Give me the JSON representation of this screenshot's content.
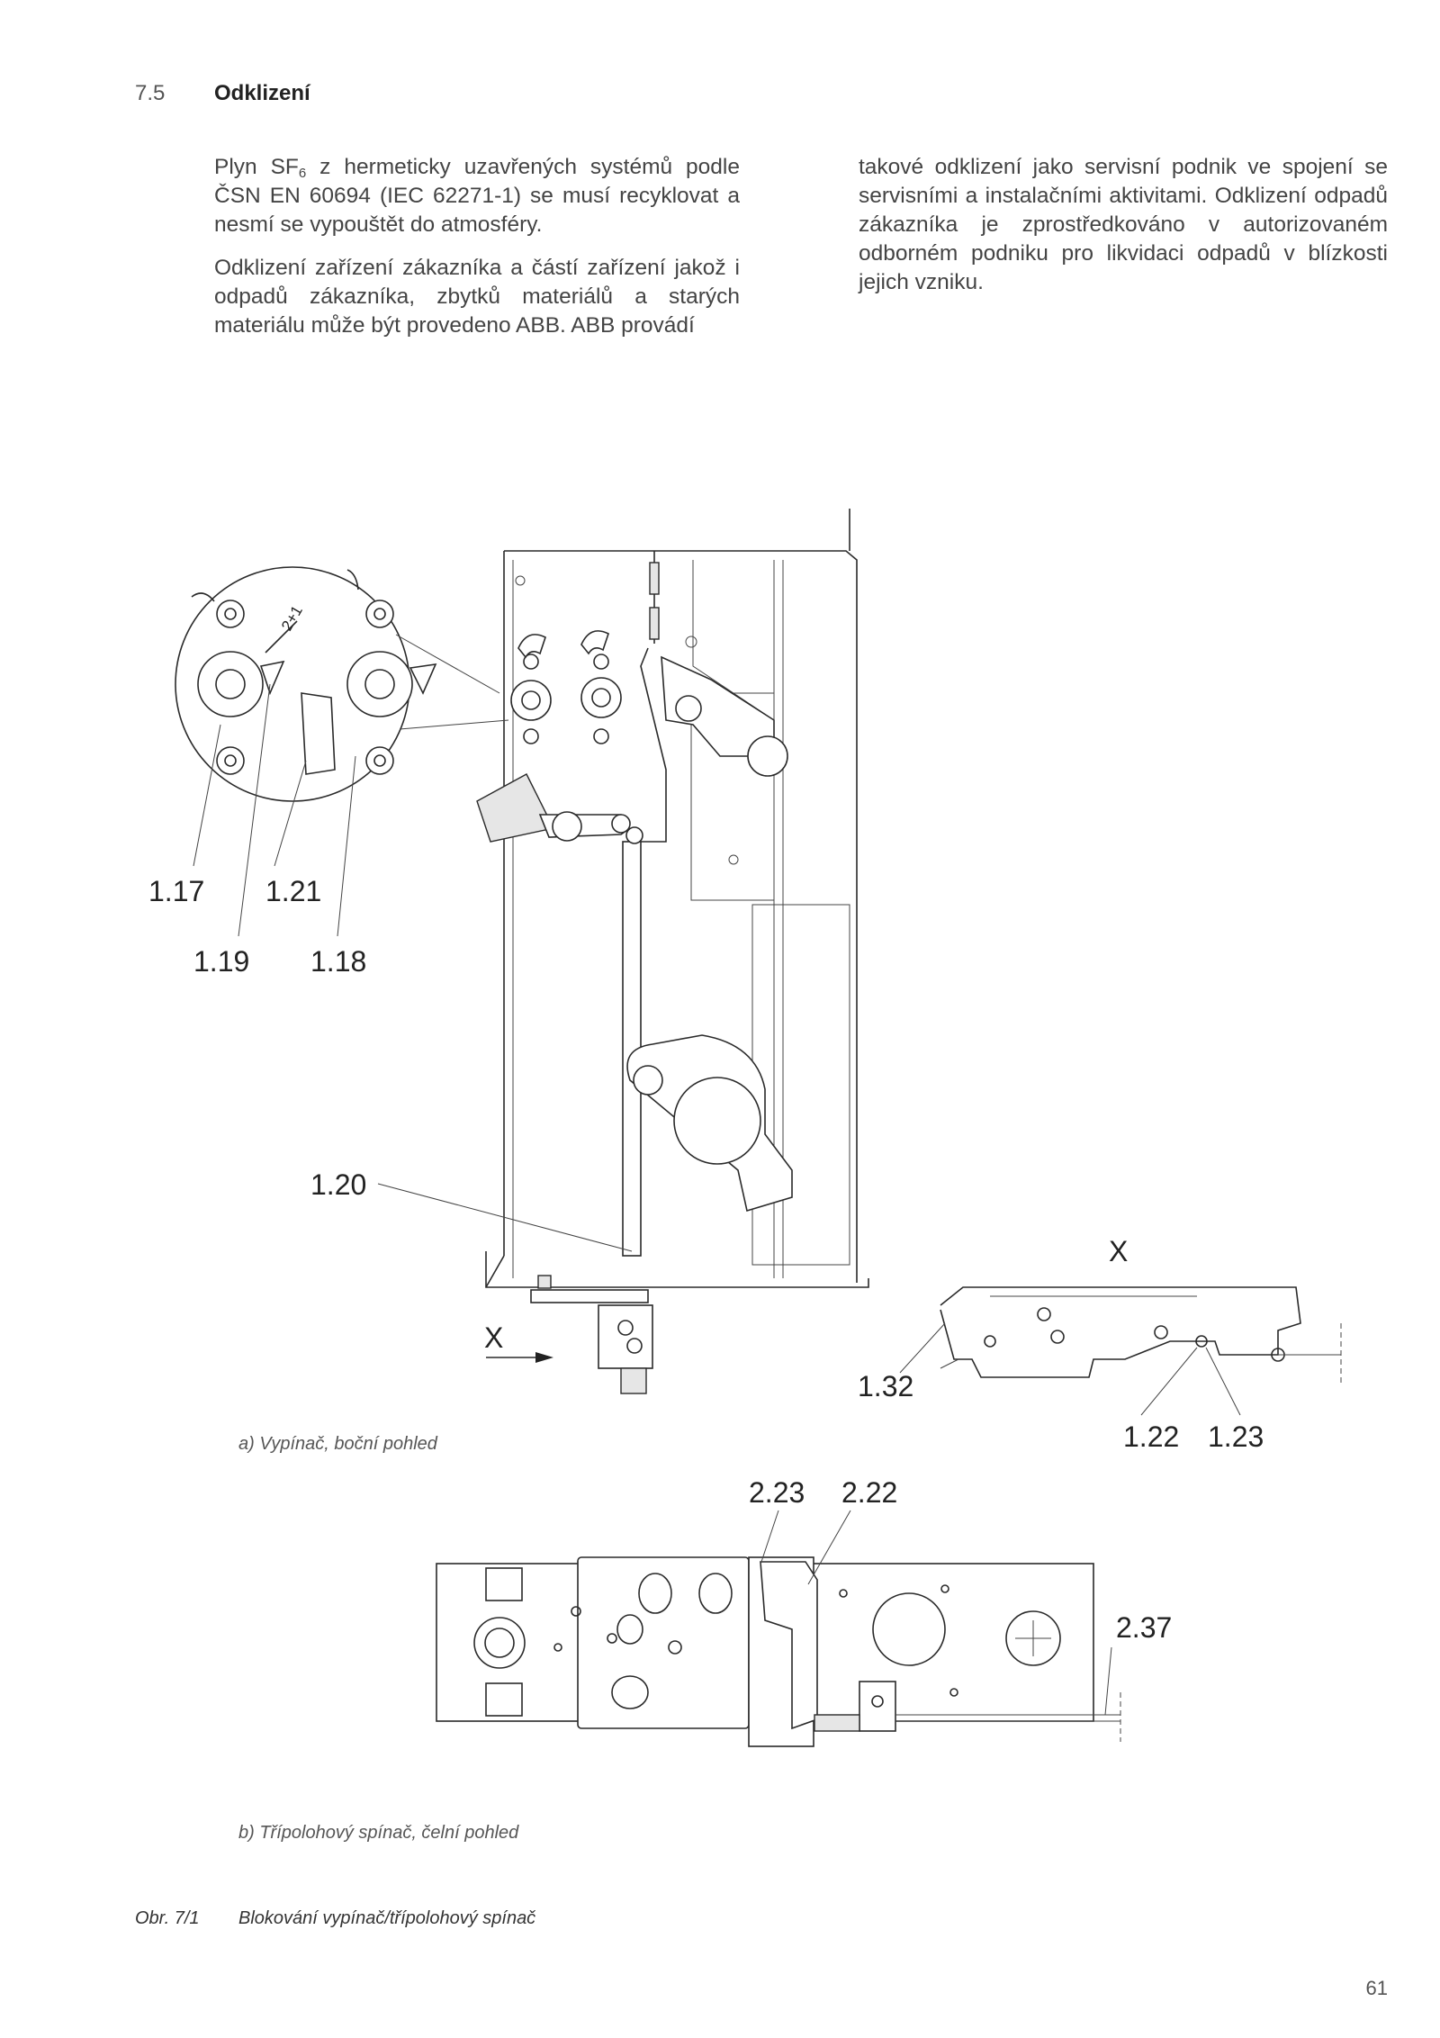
{
  "section": {
    "number": "7.5",
    "title": "Odklizení"
  },
  "column1": {
    "p1_a": "Plyn SF",
    "p1_sub": "6",
    "p1_b": " z hermeticky uzavřených systémů podle ČSN EN 60694 (IEC 62271-1) se musí recyklovat a nesmí se vypouštět do atmosféry.",
    "p2": "Odklizení zařízení zákazníka a částí zařízení jakož i odpadů zákazníka, zbytků materiálů a starých materiálu může být provedeno ABB. ABB provádí"
  },
  "column2": {
    "p1": "takové odklizení jako servisní podnik ve spojení se servisními a instalačními aktivitami. Odklizení odpadů zákazníka je zprostředkováno v autorizovaném odborném podniku pro likvidaci odpadů v blízkosti jejich vzniku."
  },
  "figure": {
    "labels": {
      "l117": "1.17",
      "l121": "1.21",
      "l119": "1.19",
      "l118": "1.18",
      "l120": "1.20",
      "lx1": "X",
      "lx2": "X",
      "l132": "1.32",
      "l122": "1.22",
      "l123": "1.23",
      "l223": "2.23",
      "l222": "2.22",
      "l237": "2.37",
      "dim": "2+1"
    },
    "caption_a": "a)  Vypínač, boční pohled",
    "caption_b": "b)  Třípolohový spínač, čelní pohled",
    "fig_number": "Obr. 7/1",
    "fig_title": "Blokování vypínač/třípolohový spínač"
  },
  "page_number": "61"
}
